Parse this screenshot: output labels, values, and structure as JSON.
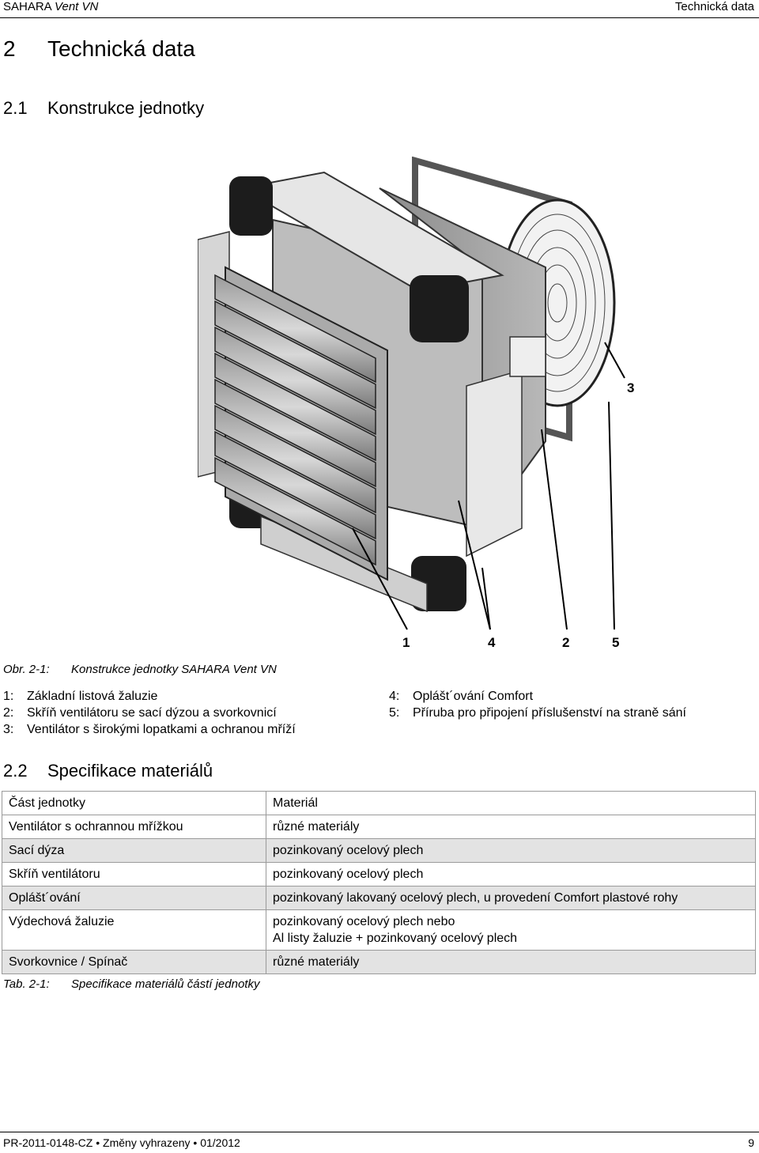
{
  "header": {
    "product_normal": "SAHARA",
    "product_italic": "Vent VN",
    "section": "Technická data"
  },
  "chapter": {
    "number": "2",
    "title": "Technická data"
  },
  "section_construction": {
    "number": "2.1",
    "title": "Konstrukce jednotky"
  },
  "figure": {
    "callouts": [
      "1",
      "4",
      "2",
      "5",
      "3"
    ],
    "label": "Obr. 2-1:",
    "caption": "Konstrukce jednotky SAHARA Vent VN"
  },
  "legend": {
    "left": [
      {
        "key": "1:",
        "text": "Základní listová žaluzie"
      },
      {
        "key": "2:",
        "text": "Skříň ventilátoru se sací dýzou a svorkovnicí"
      },
      {
        "key": "3:",
        "text": "Ventilátor s širokými lopatkami a ochranou mříží"
      }
    ],
    "right": [
      {
        "key": "4:",
        "text": "Oplášt´ování Comfort"
      },
      {
        "key": "5:",
        "text": "Příruba pro připojení příslušenství na straně sání"
      }
    ]
  },
  "section_materials": {
    "number": "2.2",
    "title": "Specifikace materiálů"
  },
  "table": {
    "headers": [
      "Část jednotky",
      "Materiál"
    ],
    "rows": [
      [
        "Ventilátor s ochrannou mřížkou",
        "různé materiály"
      ],
      [
        "Sací dýza",
        "pozinkovaný ocelový plech"
      ],
      [
        "Skříň ventilátoru",
        "pozinkovaný ocelový plech"
      ],
      [
        "Oplášt´ování",
        "pozinkovaný lakovaný ocelový plech, u provedení Comfort plastové rohy"
      ],
      [
        "Výdechová žaluzie",
        "pozinkovaný ocelový plech nebo"
      ],
      [
        "Svorkovnice / Spínač",
        "různé materiály"
      ]
    ],
    "row5_line2": "Al listy žaluzie + pozinkovaný ocelový plech",
    "label": "Tab. 2-1:",
    "caption": "Specifikace materiálů částí jednotky"
  },
  "footer": {
    "doc": "PR-2011-0148-CZ • Změny vyhrazeny • 01/2012",
    "page": "9"
  }
}
